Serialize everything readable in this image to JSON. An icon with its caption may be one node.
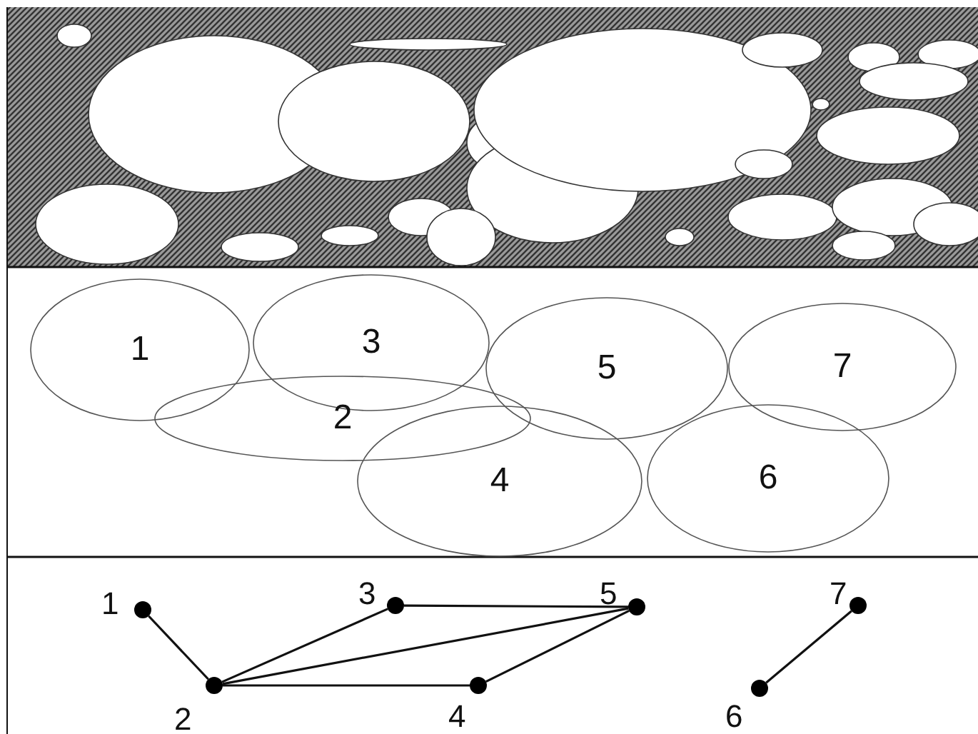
{
  "diagram": {
    "nodes": [
      {
        "text": [
          "1"
        ]
      },
      {
        "text": [
          "3"
        ]
      },
      {
        "text": [
          "5"
        ]
      },
      {
        "text": [
          "7"
        ]
      },
      {
        "text": [
          "2"
        ]
      },
      {
        "text": [
          "4"
        ]
      },
      {
        "text": [
          "6"
        ]
      },
      {
        "text": [],
        "shape": "circle",
        "beside": [
          "1"
        ]
      },
      {
        "text": [],
        "shape": "circle",
        "beside": [
          "3"
        ]
      },
      {
        "text": [],
        "shape": "circle",
        "beside": [
          "5"
        ]
      },
      {
        "text": [],
        "shape": "circle",
        "beside": [
          "7"
        ]
      },
      {
        "text": [],
        "shape": "circle",
        "beside": [
          "2"
        ]
      },
      {
        "text": [],
        "shape": "circle",
        "beside": [
          "4"
        ]
      },
      {
        "text": [],
        "shape": "circle",
        "beside": [
          "6"
        ]
      }
    ],
    "edges": [
      {
        "from": 7,
        "to": 11,
        "arrow": "none"
      },
      {
        "from": 11,
        "to": 8,
        "arrow": "none"
      },
      {
        "from": 11,
        "to": 9,
        "arrow": "none"
      },
      {
        "from": 11,
        "to": 12,
        "arrow": "none"
      },
      {
        "from": 8,
        "to": 9,
        "arrow": "none"
      },
      {
        "from": 12,
        "to": 9,
        "arrow": "none"
      },
      {
        "from": 13,
        "to": 10,
        "arrow": "none"
      }
    ]
  }
}
